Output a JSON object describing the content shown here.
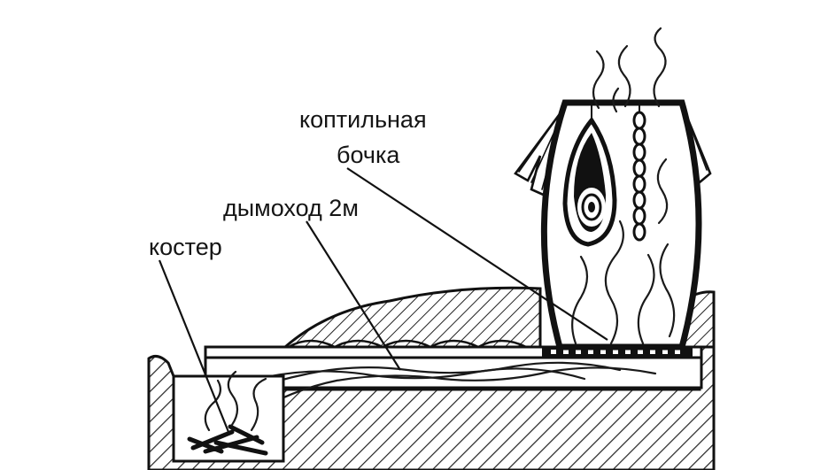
{
  "labels": {
    "smoking_barrel_line1": "коптильная",
    "smoking_barrel_line2": "бочка",
    "chimney": "дымоход 2м",
    "campfire": "костер"
  },
  "colors": {
    "ink": "#111111",
    "background": "#ffffff"
  }
}
